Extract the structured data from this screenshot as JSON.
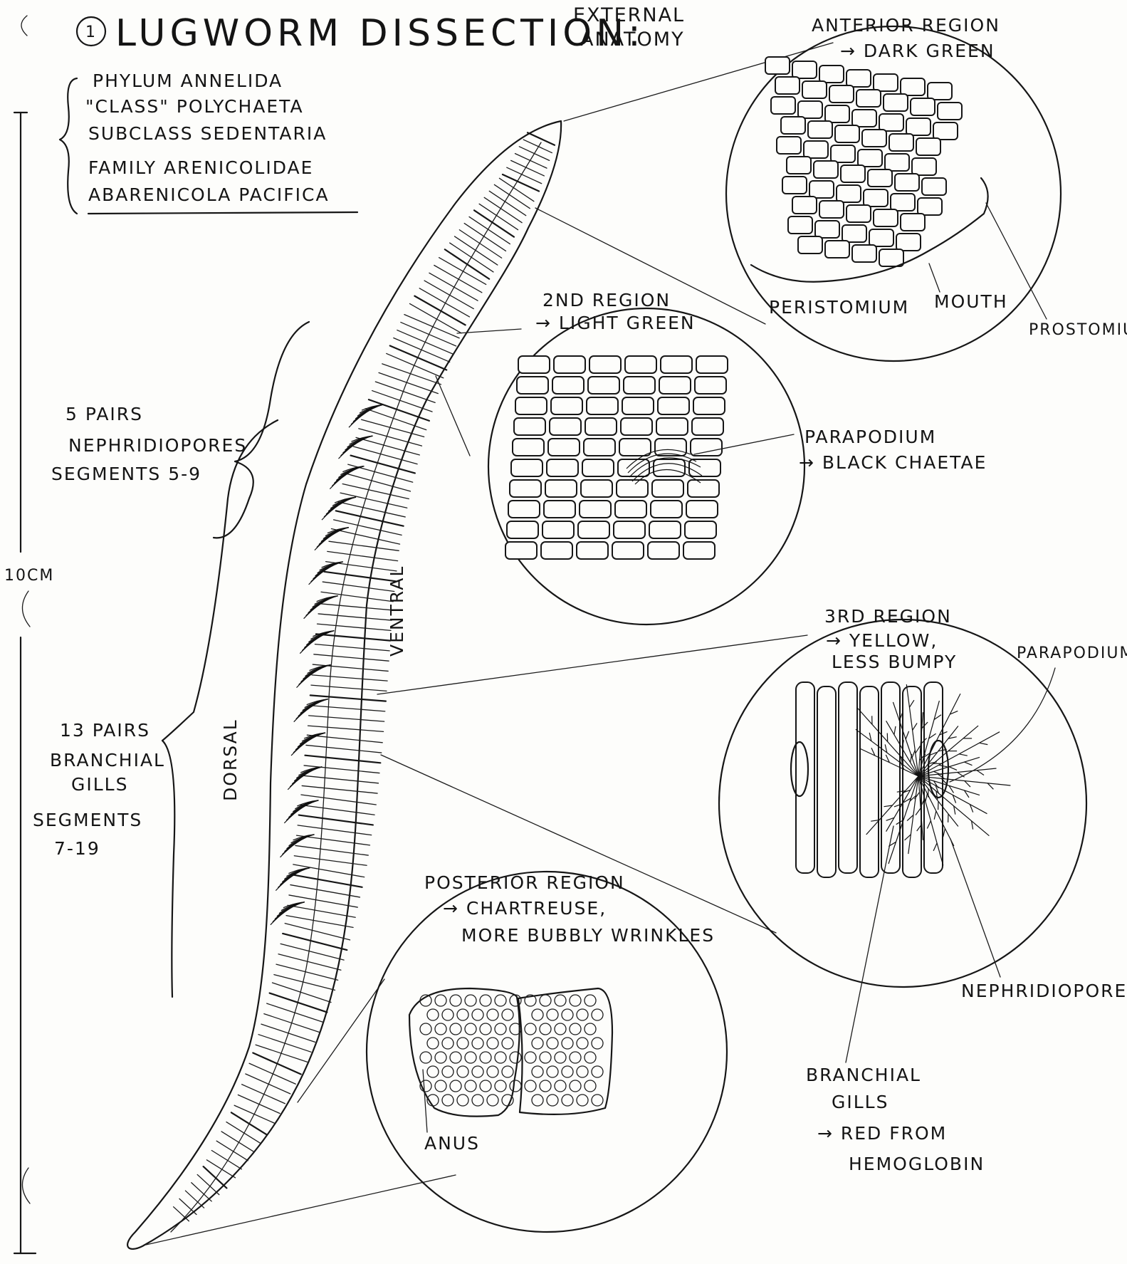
{
  "title": {
    "number": "1",
    "main": "LUGWORM DISSECTION:",
    "sub_line1": "EXTERNAL",
    "sub_line2": "ANATOMY"
  },
  "taxonomy": [
    "PHYLUM ANNELIDA",
    "\"CLASS\" POLYCHAETA",
    "SUBCLASS SEDENTARIA",
    "FAMILY ARENICOLIDAE",
    "ABARENICOLA PACIFICA"
  ],
  "scale_bar": {
    "label": "10CM"
  },
  "body_labels": {
    "dorsal": "DORSAL",
    "ventral": "VENTRAL",
    "nephridiopores_group": [
      "5 PAIRS",
      "NEPHRIDIOPORES",
      "SEGMENTS 5-9"
    ],
    "gills_group": [
      "13 PAIRS",
      "BRANCHIAL",
      "GILLS",
      "SEGMENTS",
      "7-19"
    ]
  },
  "anterior_region": {
    "title": "ANTERIOR REGION",
    "color_note": "→ DARK GREEN",
    "labels": {
      "peristomium": "PERISTOMIUM",
      "mouth": "MOUTH",
      "prostomium": "PROSTOMIUM"
    }
  },
  "second_region": {
    "title": "2ND REGION",
    "color_note": "→ LIGHT GREEN",
    "labels": {
      "parapodium": "PARAPODIUM",
      "chaetae": "→ BLACK CHAETAE"
    }
  },
  "third_region": {
    "title": "3RD REGION",
    "color_note_1": "→ YELLOW,",
    "color_note_2": "LESS BUMPY",
    "labels": {
      "parapodium": "PARAPODIUM",
      "nephridiopore": "NEPHRIDIOPORE",
      "gills_1": "BRANCHIAL",
      "gills_2": "GILLS",
      "gills_3": "→ RED FROM",
      "gills_4": "HEMOGLOBIN"
    }
  },
  "posterior_region": {
    "title": "POSTERIOR REGION",
    "color_note_1": "→ CHARTREUSE,",
    "color_note_2": "MORE BUBBLY WRINKLES",
    "labels": {
      "anus": "ANUS"
    }
  }
}
